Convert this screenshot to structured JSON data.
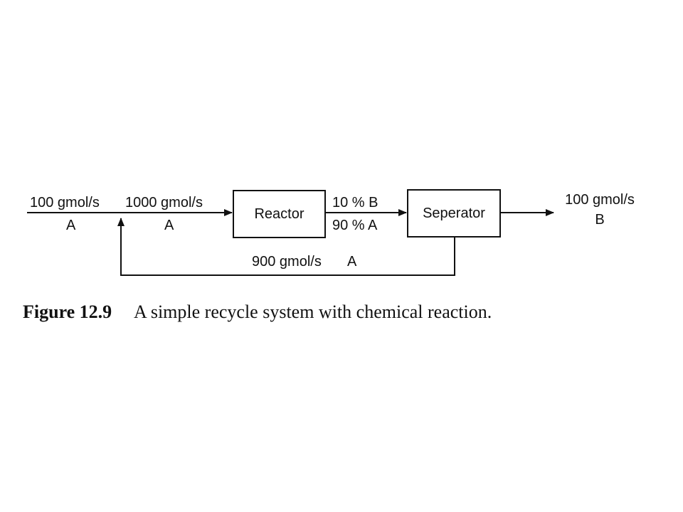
{
  "diagram": {
    "feed": {
      "flow": "100 gmol/s",
      "component": "A"
    },
    "reactor_inlet": {
      "flow": "1000 gmol/s",
      "component": "A"
    },
    "reactor": {
      "label": "Reactor"
    },
    "reactor_outlet": {
      "composition_b": "10 % B",
      "composition_a": "90 % A"
    },
    "separator": {
      "label": "Seperator"
    },
    "product": {
      "flow": "100 gmol/s",
      "component": "B"
    },
    "recycle": {
      "flow": "900 gmol/s",
      "component": "A"
    }
  },
  "caption": {
    "figure_number": "Figure 12.9",
    "text": "A simple recycle system with chemical reaction."
  },
  "colors": {
    "ink": "#111111",
    "background": "#ffffff"
  }
}
